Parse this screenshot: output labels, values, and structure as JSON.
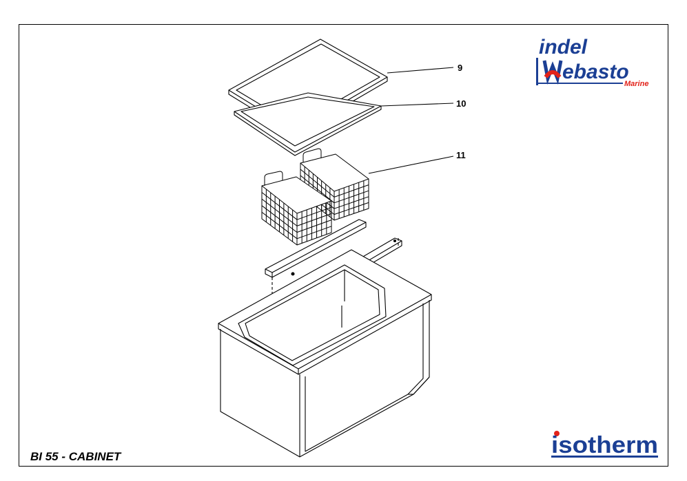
{
  "title": "BI 55 - CABINET",
  "callouts": [
    {
      "id": "9",
      "label": "9"
    },
    {
      "id": "10",
      "label": "10"
    },
    {
      "id": "11",
      "label": "11"
    }
  ],
  "logos": {
    "indel_webasto": {
      "line1": "indel",
      "line2": "ebasto",
      "sub": "Marine",
      "colors": {
        "blue": "#1b3f94",
        "red": "#e2231a"
      }
    },
    "isotherm": {
      "text": "isotherm",
      "color": "#1b3f94"
    }
  }
}
